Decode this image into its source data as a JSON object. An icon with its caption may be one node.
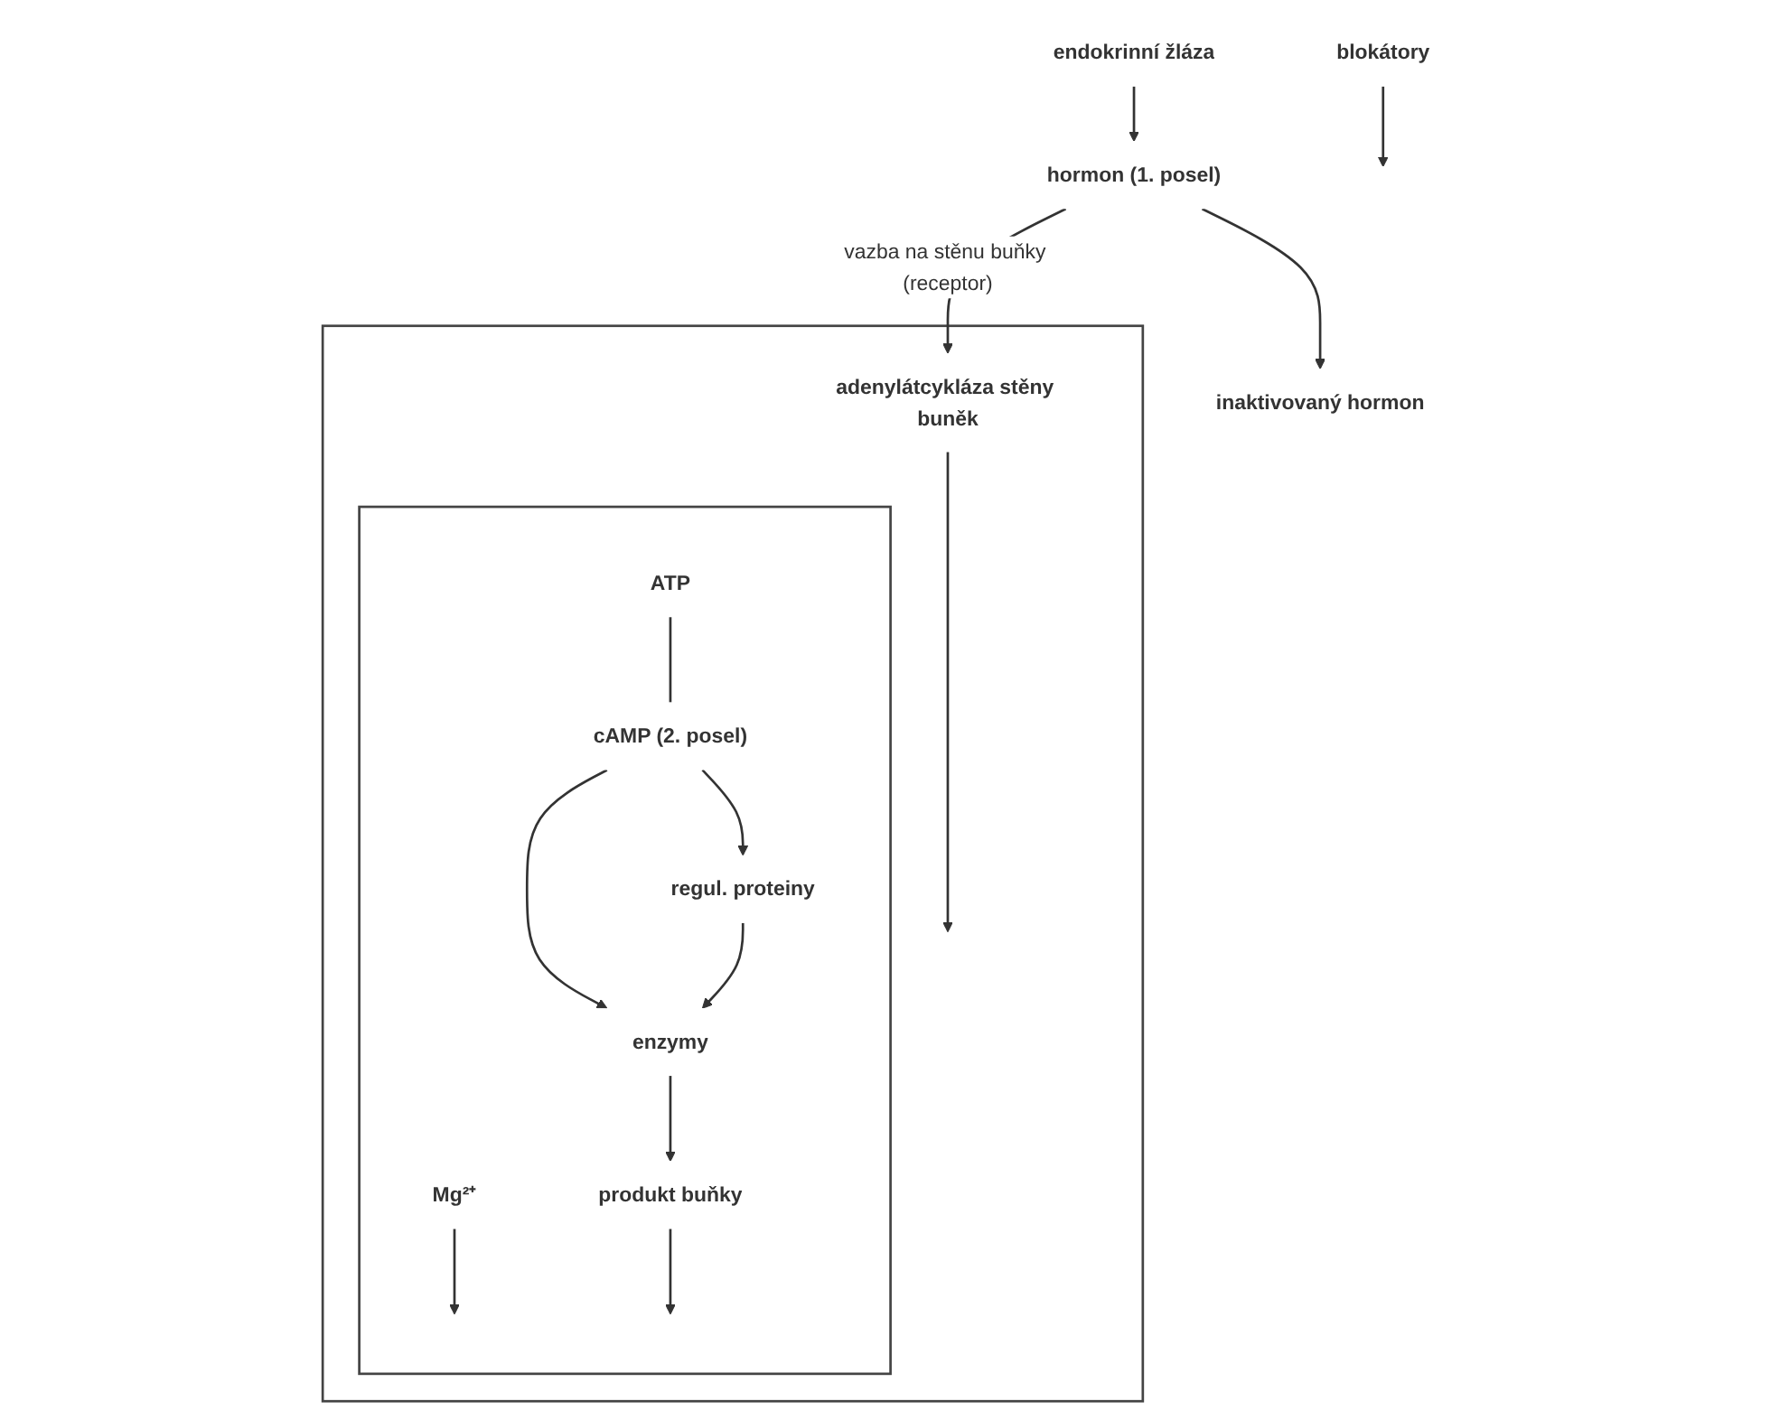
{
  "diagram": {
    "nodes": [
      {
        "text": [
          "endokrinní žláza"
        ]
      },
      {
        "text": [
          "hormon (1. posel)"
        ]
      },
      {
        "text": [
          "blokátory"
        ]
      },
      {
        "text": [
          "inaktivovaný hormon"
        ]
      },
      {
        "text": [],
        "shape": "box"
      },
      {
        "text": [],
        "shape": "box",
        "in": 4
      },
      {
        "text": [
          "adenylátcykláza stěny buněk"
        ],
        "in": 4
      },
      {
        "text": [
          "ATP"
        ],
        "in": 5
      },
      {
        "text": [
          "Mg²⁺"
        ],
        "in": 5
      },
      {
        "text": [
          "cAMP (2. posel)"
        ],
        "in": 5
      },
      {
        "text": [
          "enzymy"
        ],
        "in": 5
      },
      {
        "text": [
          "regul. proteiny"
        ],
        "in": 5
      },
      {
        "text": [
          "produkt buňky"
        ],
        "in": 5
      }
    ],
    "edges": [
      {
        "from": 0,
        "to": 1,
        "arrow": "to"
      },
      {
        "from": 1,
        "to": 6,
        "arrow": "to",
        "label": "vazba na stěnu buňky (receptor)"
      },
      {
        "from": 2,
        "to": null,
        "arrow": "to"
      },
      {
        "from": 1,
        "to": 3,
        "arrow": "to"
      },
      {
        "from": 7,
        "to": 9,
        "arrow": "none"
      },
      {
        "from": 6,
        "to": null,
        "arrow": "to"
      },
      {
        "from": 8,
        "to": null,
        "arrow": "to"
      },
      {
        "from": 9,
        "to": 10,
        "arrow": "to"
      },
      {
        "from": 9,
        "to": 11,
        "arrow": "to"
      },
      {
        "from": 11,
        "to": 10,
        "arrow": "to"
      },
      {
        "from": 10,
        "to": 12,
        "arrow": "to"
      },
      {
        "from": 12,
        "to": null,
        "arrow": "to"
      }
    ]
  }
}
